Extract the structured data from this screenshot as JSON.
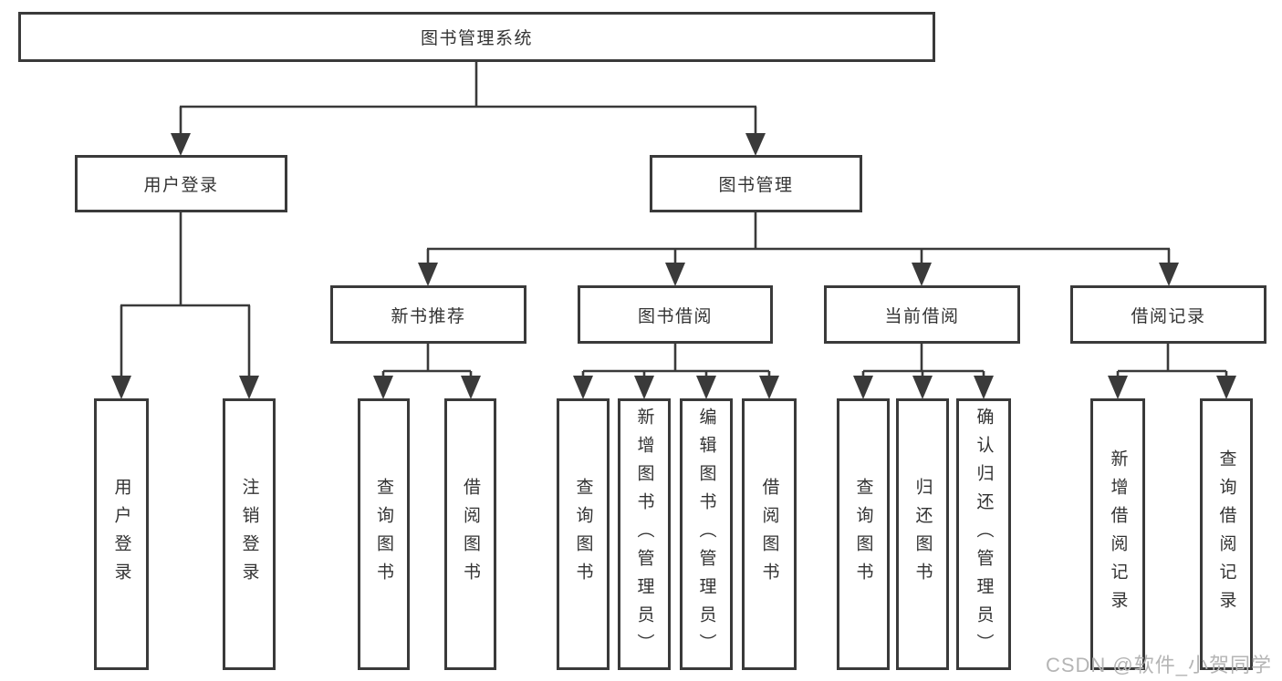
{
  "diagram": {
    "title": "图书管理系统",
    "branches": {
      "user": {
        "label": "用户登录",
        "children": [
          "用户登录",
          "注销登录"
        ]
      },
      "books": {
        "label": "图书管理",
        "sections": [
          {
            "label": "新书推荐",
            "children": [
              "查询图书",
              "借阅图书"
            ]
          },
          {
            "label": "图书借阅",
            "children": [
              "查询图书",
              "新增图书（管理员）",
              "编辑图书（管理员）",
              "借阅图书"
            ]
          },
          {
            "label": "当前借阅",
            "children": [
              "查询图书",
              "归还图书",
              "确认归还（管理员）"
            ]
          },
          {
            "label": "借阅记录",
            "children": [
              "新增借阅记录",
              "查询借阅记录"
            ]
          }
        ]
      }
    }
  },
  "watermark": "CSDN @软件_小贺同学",
  "colors": {
    "line": "#3a3a3a",
    "text": "#333333",
    "box_bg": "#ffffff",
    "watermark": "#b5b5b5",
    "page_bg": "#ffffff"
  }
}
